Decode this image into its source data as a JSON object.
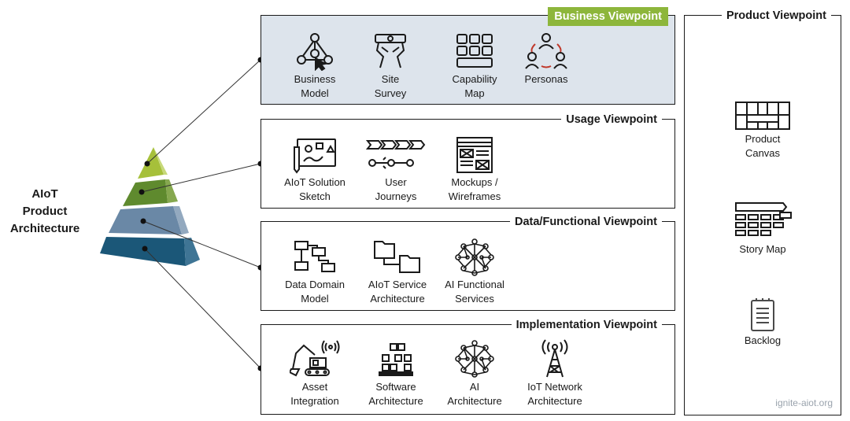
{
  "pyramid": {
    "title_lines": [
      "AIoT",
      "Product",
      "Architecture"
    ],
    "colors": [
      "#a6c03a",
      "#5f8a2e",
      "#6a88a6",
      "#1b5778"
    ]
  },
  "viewpoints": {
    "business": {
      "title": "Business Viewpoint",
      "items": [
        {
          "icon": "business-model-icon",
          "lines": [
            "Business",
            "Model"
          ]
        },
        {
          "icon": "site-survey-icon",
          "lines": [
            "Site",
            "Survey"
          ]
        },
        {
          "icon": "capability-map-icon",
          "lines": [
            "Capability",
            "Map"
          ]
        },
        {
          "icon": "personas-icon",
          "lines": [
            "Personas"
          ]
        }
      ]
    },
    "usage": {
      "title": "Usage Viewpoint",
      "items": [
        {
          "icon": "solution-sketch-icon",
          "lines": [
            "AIoT Solution",
            "Sketch"
          ]
        },
        {
          "icon": "user-journeys-icon",
          "lines": [
            "User",
            "Journeys"
          ]
        },
        {
          "icon": "wireframes-icon",
          "lines": [
            "Mockups /",
            "Wireframes"
          ]
        }
      ]
    },
    "data_functional": {
      "title": "Data/Functional Viewpoint",
      "items": [
        {
          "icon": "data-domain-model-icon",
          "lines": [
            "Data Domain",
            "Model"
          ]
        },
        {
          "icon": "service-architecture-icon",
          "lines": [
            "AIoT Service",
            "Architecture"
          ]
        },
        {
          "icon": "neural-network-icon",
          "lines": [
            "AI Functional",
            "Services"
          ]
        }
      ]
    },
    "implementation": {
      "title": "Implementation Viewpoint",
      "items": [
        {
          "icon": "excavator-icon",
          "lines": [
            "Asset",
            "Integration"
          ]
        },
        {
          "icon": "software-blocks-icon",
          "lines": [
            "Software",
            "Architecture"
          ]
        },
        {
          "icon": "neural-network-icon",
          "lines": [
            "AI",
            "Architecture"
          ]
        },
        {
          "icon": "radio-tower-icon",
          "lines": [
            "IoT Network",
            "Architecture"
          ]
        }
      ]
    },
    "product": {
      "title": "Product Viewpoint",
      "items": [
        {
          "icon": "product-canvas-icon",
          "lines": [
            "Product",
            "Canvas"
          ]
        },
        {
          "icon": "story-map-icon",
          "lines": [
            "Story Map"
          ]
        },
        {
          "icon": "backlog-icon",
          "lines": [
            "Backlog"
          ]
        }
      ]
    }
  },
  "watermark": "ignite-aiot.org",
  "colors": {
    "business_bg": "#dde4ec",
    "business_title_bg": "#8db63b",
    "border": "#1a1a1a",
    "watermark": "#9aa3ad"
  }
}
